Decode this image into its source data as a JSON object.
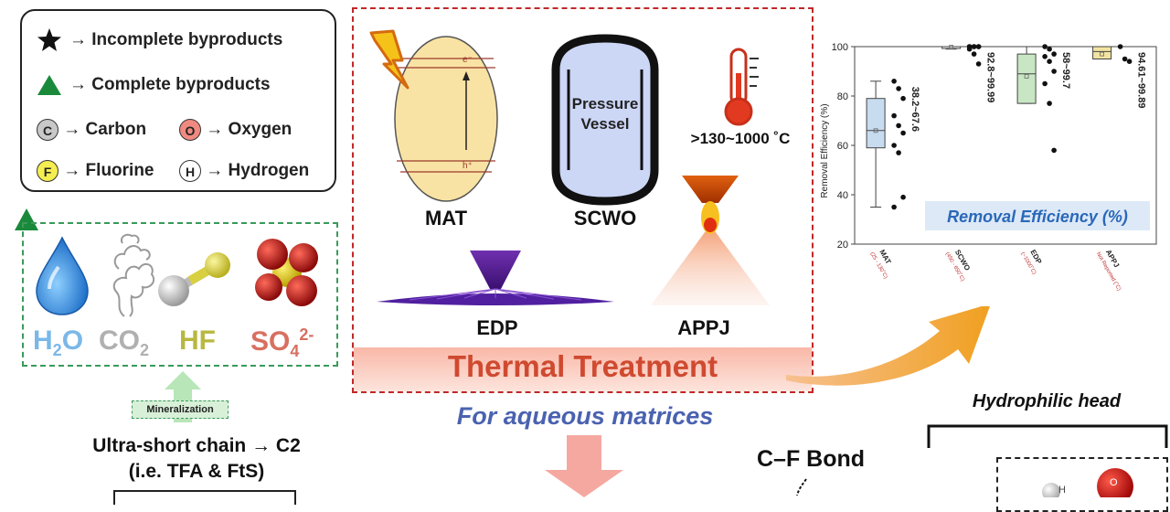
{
  "legend": {
    "incomplete": "→ Incomplete byproducts",
    "complete": "→ Complete byproducts",
    "carbon_symbol": "C",
    "carbon": "→ Carbon",
    "oxygen_symbol": "O",
    "oxygen": "→ Oxygen",
    "fluorine_symbol": "F",
    "fluorine": "→ Fluorine",
    "hydrogen_symbol": "H",
    "hydrogen": "→ Hydrogen"
  },
  "products": {
    "h2o": {
      "main": "H",
      "sub": "2",
      "tail": "O"
    },
    "co2": {
      "main": "CO",
      "sub": "2"
    },
    "hf": "HF",
    "so4": {
      "main": "SO",
      "sub": "4",
      "sup": "2-"
    }
  },
  "mineralization_label": "Mineralization",
  "ultra_short": {
    "line1": "Ultra-short chain → C2",
    "line2": "(i.e. TFA & FtS)"
  },
  "thermal": {
    "title": "Thermal Treatment",
    "subtitle": "For aqueous matrices",
    "mat_label": "MAT",
    "mat_e": "e⁻",
    "mat_h": "h⁺",
    "scwo_label": "SCWO",
    "pressure_vessel_line1": "Pressure",
    "pressure_vessel_line2": "Vessel",
    "temp_range": ">130~1000 ˚C",
    "edp_label": "EDP",
    "appj_label": "APPJ"
  },
  "right": {
    "cf_bond": "C–F Bond",
    "hydrophilic_head": "Hydrophilic head",
    "h_atom": "H",
    "o_atom": "O"
  },
  "colors": {
    "green": "#1a8a3a",
    "red_dash": "#c02828",
    "blue_box": "#c8dcf0",
    "green_box": "#c8e6c4",
    "yellow_box": "#f2e4a0",
    "arrow_orange": "#f0a020"
  },
  "chart_data": {
    "type": "box",
    "ylabel": "Removal Efficiency (%)",
    "annotation": "Removal Efficiency (%)",
    "ylim": [
      20,
      100
    ],
    "yticks": [
      20,
      40,
      60,
      80,
      100
    ],
    "categories": [
      {
        "name": "MAT",
        "sub": "(25 - 130˚C)",
        "q1": 59,
        "median": 66,
        "q3": 79,
        "whisker_low": 35,
        "whisker_high": 86,
        "mean": 66,
        "range_label": "38.2~67.6",
        "box_color": "#c8dcf0",
        "points": [
          86,
          83,
          79,
          72,
          68,
          65,
          60,
          57,
          39,
          35
        ]
      },
      {
        "name": "SCWO",
        "sub": "(450 - 650˚C)",
        "q1": 99.5,
        "median": 100,
        "q3": 100,
        "whisker_low": 99,
        "whisker_high": 100,
        "mean": 99.8,
        "range_label": "92.8~99.99",
        "box_color": "#ffffff",
        "points": [
          100,
          100,
          100,
          100,
          100,
          100,
          99,
          97,
          93
        ]
      },
      {
        "name": "EDP",
        "sub": "(~1000˚C)",
        "q1": 77,
        "median": 89,
        "q3": 97,
        "whisker_low": 77,
        "whisker_high": 100,
        "mean": 88,
        "range_label": "58~99.7",
        "box_color": "#c8e6c4",
        "points": [
          100,
          99,
          97,
          96,
          94,
          90,
          85,
          77,
          58
        ]
      },
      {
        "name": "APPJ",
        "sub": "Not Reported (˚C)",
        "q1": 95,
        "median": 98,
        "q3": 100,
        "whisker_low": 95,
        "whisker_high": 100,
        "mean": 97,
        "range_label": "94.61~99.89",
        "box_color": "#f2e4a0",
        "points": [
          100,
          95,
          94
        ]
      }
    ]
  }
}
